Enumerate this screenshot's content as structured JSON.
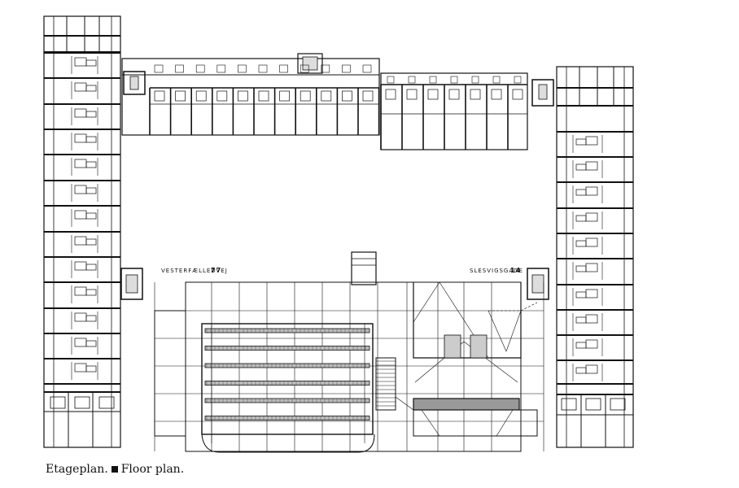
{
  "streets": {
    "west_name": "VESTERFÆLLEDVEJ",
    "west_number": "77",
    "east_name": "SLESVIGSGADE",
    "east_number": "14"
  },
  "caption": {
    "danish": "Etageplan.",
    "english": "Floor plan."
  }
}
